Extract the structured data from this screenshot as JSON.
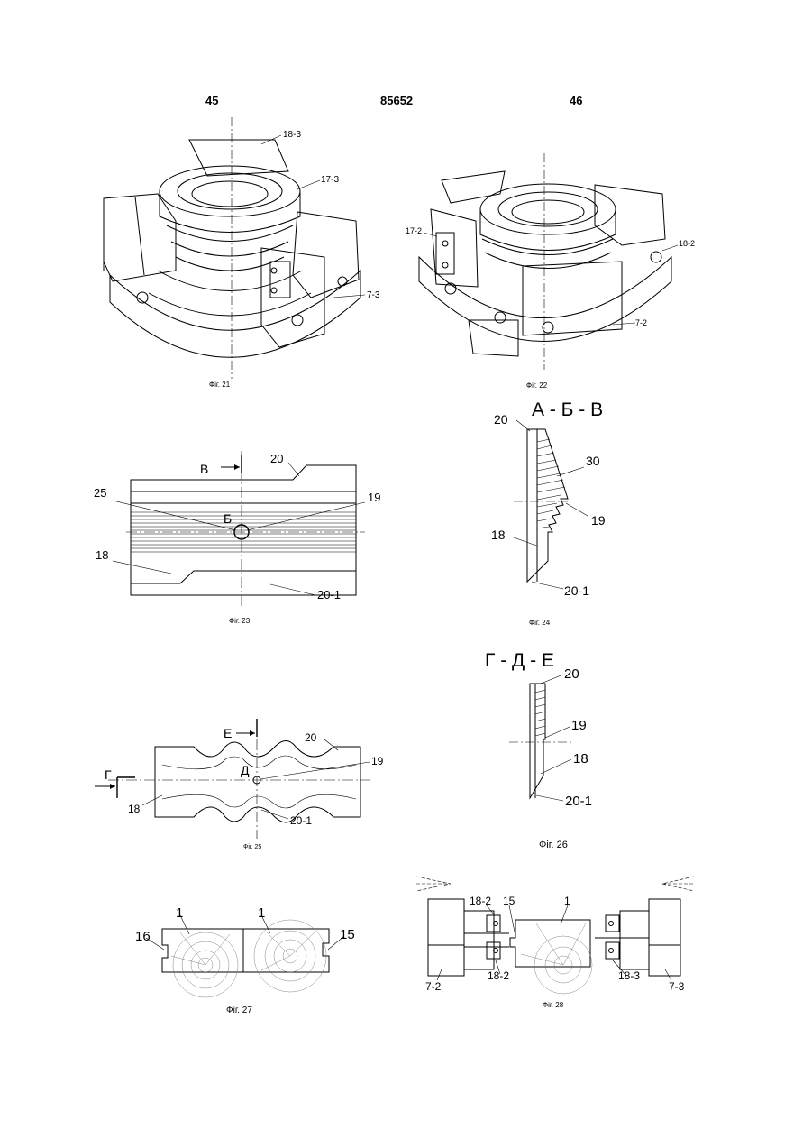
{
  "header": {
    "left_page": "45",
    "patent_number": "85652",
    "right_page": "46"
  },
  "figures": {
    "fig21": {
      "caption": "Фіг. 21",
      "labels": [
        "18-3",
        "17-3",
        "7-3"
      ]
    },
    "fig22": {
      "caption": "Фіг. 22",
      "labels": [
        "17-2",
        "18-2",
        "7-2"
      ]
    },
    "fig23": {
      "caption": "Фіг. 23",
      "labels": [
        "В",
        "20",
        "25",
        "Б",
        "19",
        "18",
        "20-1"
      ]
    },
    "fig24": {
      "caption": "Фіг. 24",
      "section": "А - Б - В",
      "labels": [
        "20",
        "30",
        "19",
        "18",
        "20-1"
      ]
    },
    "fig25": {
      "caption": "Фіг. 25",
      "labels": [
        "Е",
        "20",
        "Г",
        "Д",
        "19",
        "18",
        "20-1"
      ]
    },
    "fig26": {
      "caption": "Фіг. 26",
      "section": "Г - Д - Е",
      "labels": [
        "20",
        "19",
        "18",
        "20-1"
      ]
    },
    "fig27": {
      "caption": "Фіг. 27",
      "labels": [
        "1",
        "1",
        "16",
        "15"
      ]
    },
    "fig28": {
      "caption": "Фіг. 28",
      "labels": [
        "18-2",
        "15",
        "1",
        "18-2",
        "7-2",
        "18-3",
        "7-3"
      ]
    }
  }
}
